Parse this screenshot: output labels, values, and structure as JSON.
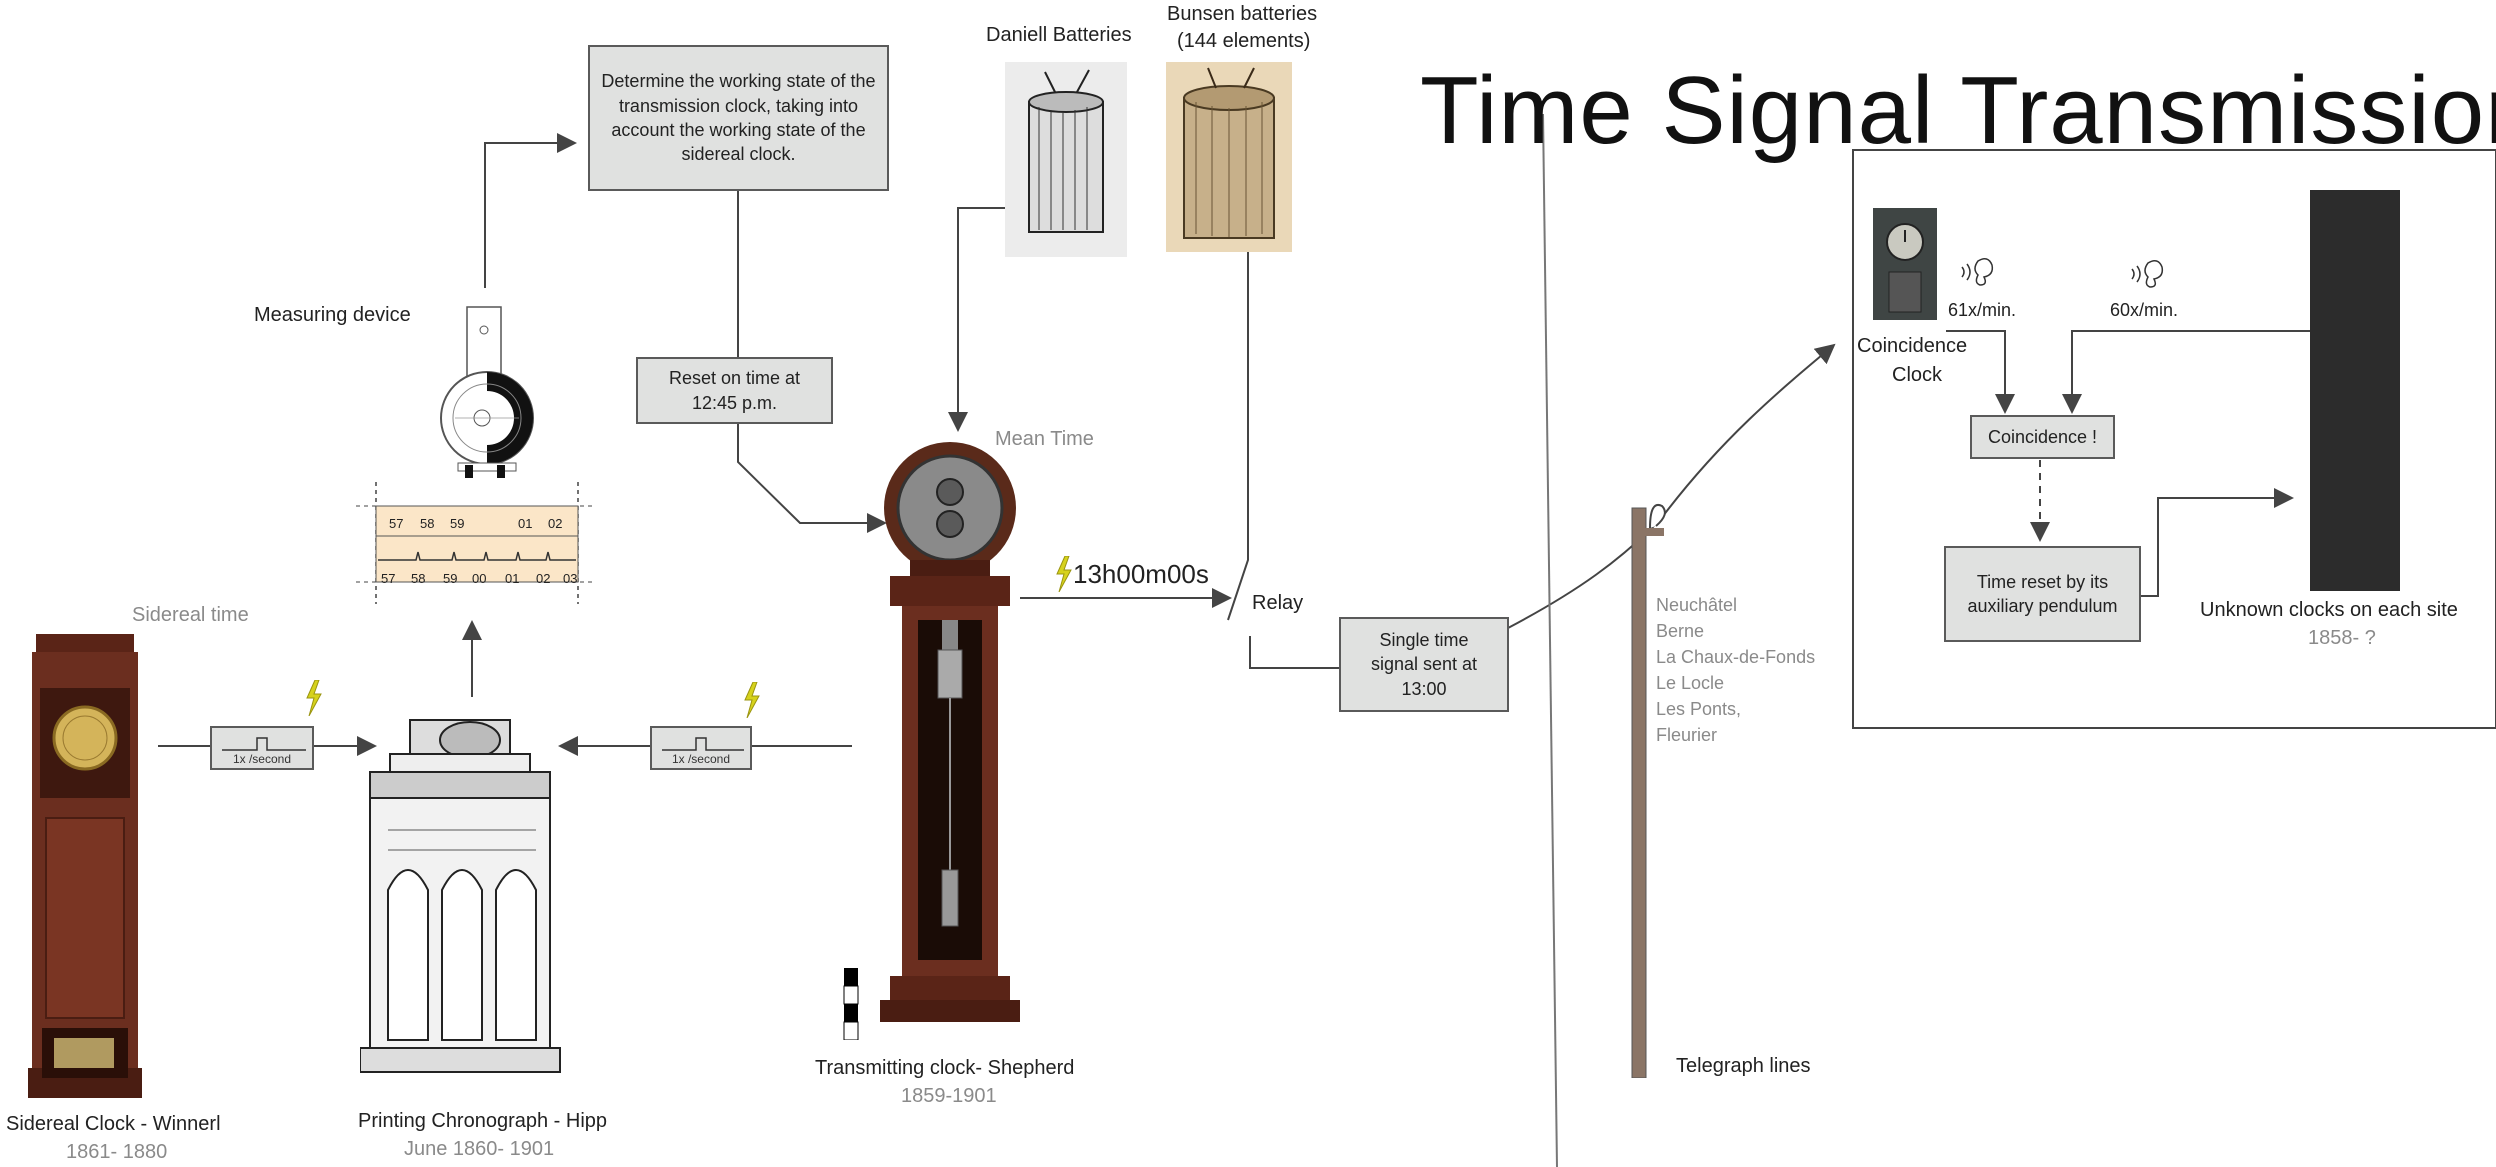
{
  "title": "Time Signal Transmission",
  "boxes": {
    "determine_state": "Determine the working state of the transmission clock, taking into account the working state of the sidereal clock.",
    "reset_on_time": "Reset on time at 12:45 p.m.",
    "single_signal": "Single time signal sent at 13:00",
    "coincidence": "Coincidence !",
    "time_reset": "Time reset by its auxiliary pendulum"
  },
  "labels": {
    "measuring_device": "Measuring device",
    "sidereal_time": "Sidereal time",
    "mean_time": "Mean Time",
    "daniell_batteries": "Daniell Batteries",
    "bunsen_batteries": "Bunsen batteries",
    "bunsen_elements": "(144 elements)",
    "relay": "Relay",
    "signal_time": "13h00m00s",
    "pulse_rate_left": "1x /second",
    "pulse_rate_right": "1x /second",
    "coincidence_clock": "Coincidence",
    "coincidence_clock_2": "Clock",
    "rate_61": "61x/min.",
    "rate_60": "60x/min.",
    "unknown_clocks": "Unknown clocks on each site",
    "unknown_dates": "1858- ?",
    "telegraph_lines": "Telegraph lines"
  },
  "clocks": {
    "sidereal_name": "Sidereal Clock - Winnerl",
    "sidereal_dates": "1861- 1880",
    "chronograph_name": "Printing Chronograph - Hipp",
    "chronograph_dates": "June 1860- 1901",
    "transmitting_name": "Transmitting clock- Shepherd",
    "transmitting_dates": "1859-1901"
  },
  "tape": {
    "top_ticks": [
      "57",
      "58",
      "59",
      "01",
      "02"
    ],
    "bottom_ticks": [
      "57",
      "58",
      "59",
      "00",
      "01",
      "02",
      "03"
    ]
  },
  "sites": [
    "Neuchâtel",
    "Berne",
    "La Chaux-de-Fonds",
    "Le Locle",
    "Les Ponts,",
    "Fleurier"
  ],
  "colors": {
    "box_fill": "#e0e1e0",
    "tape_fill": "#fbe6c8",
    "wood": "#6b2e1f",
    "bolt": "#d6d21c"
  }
}
